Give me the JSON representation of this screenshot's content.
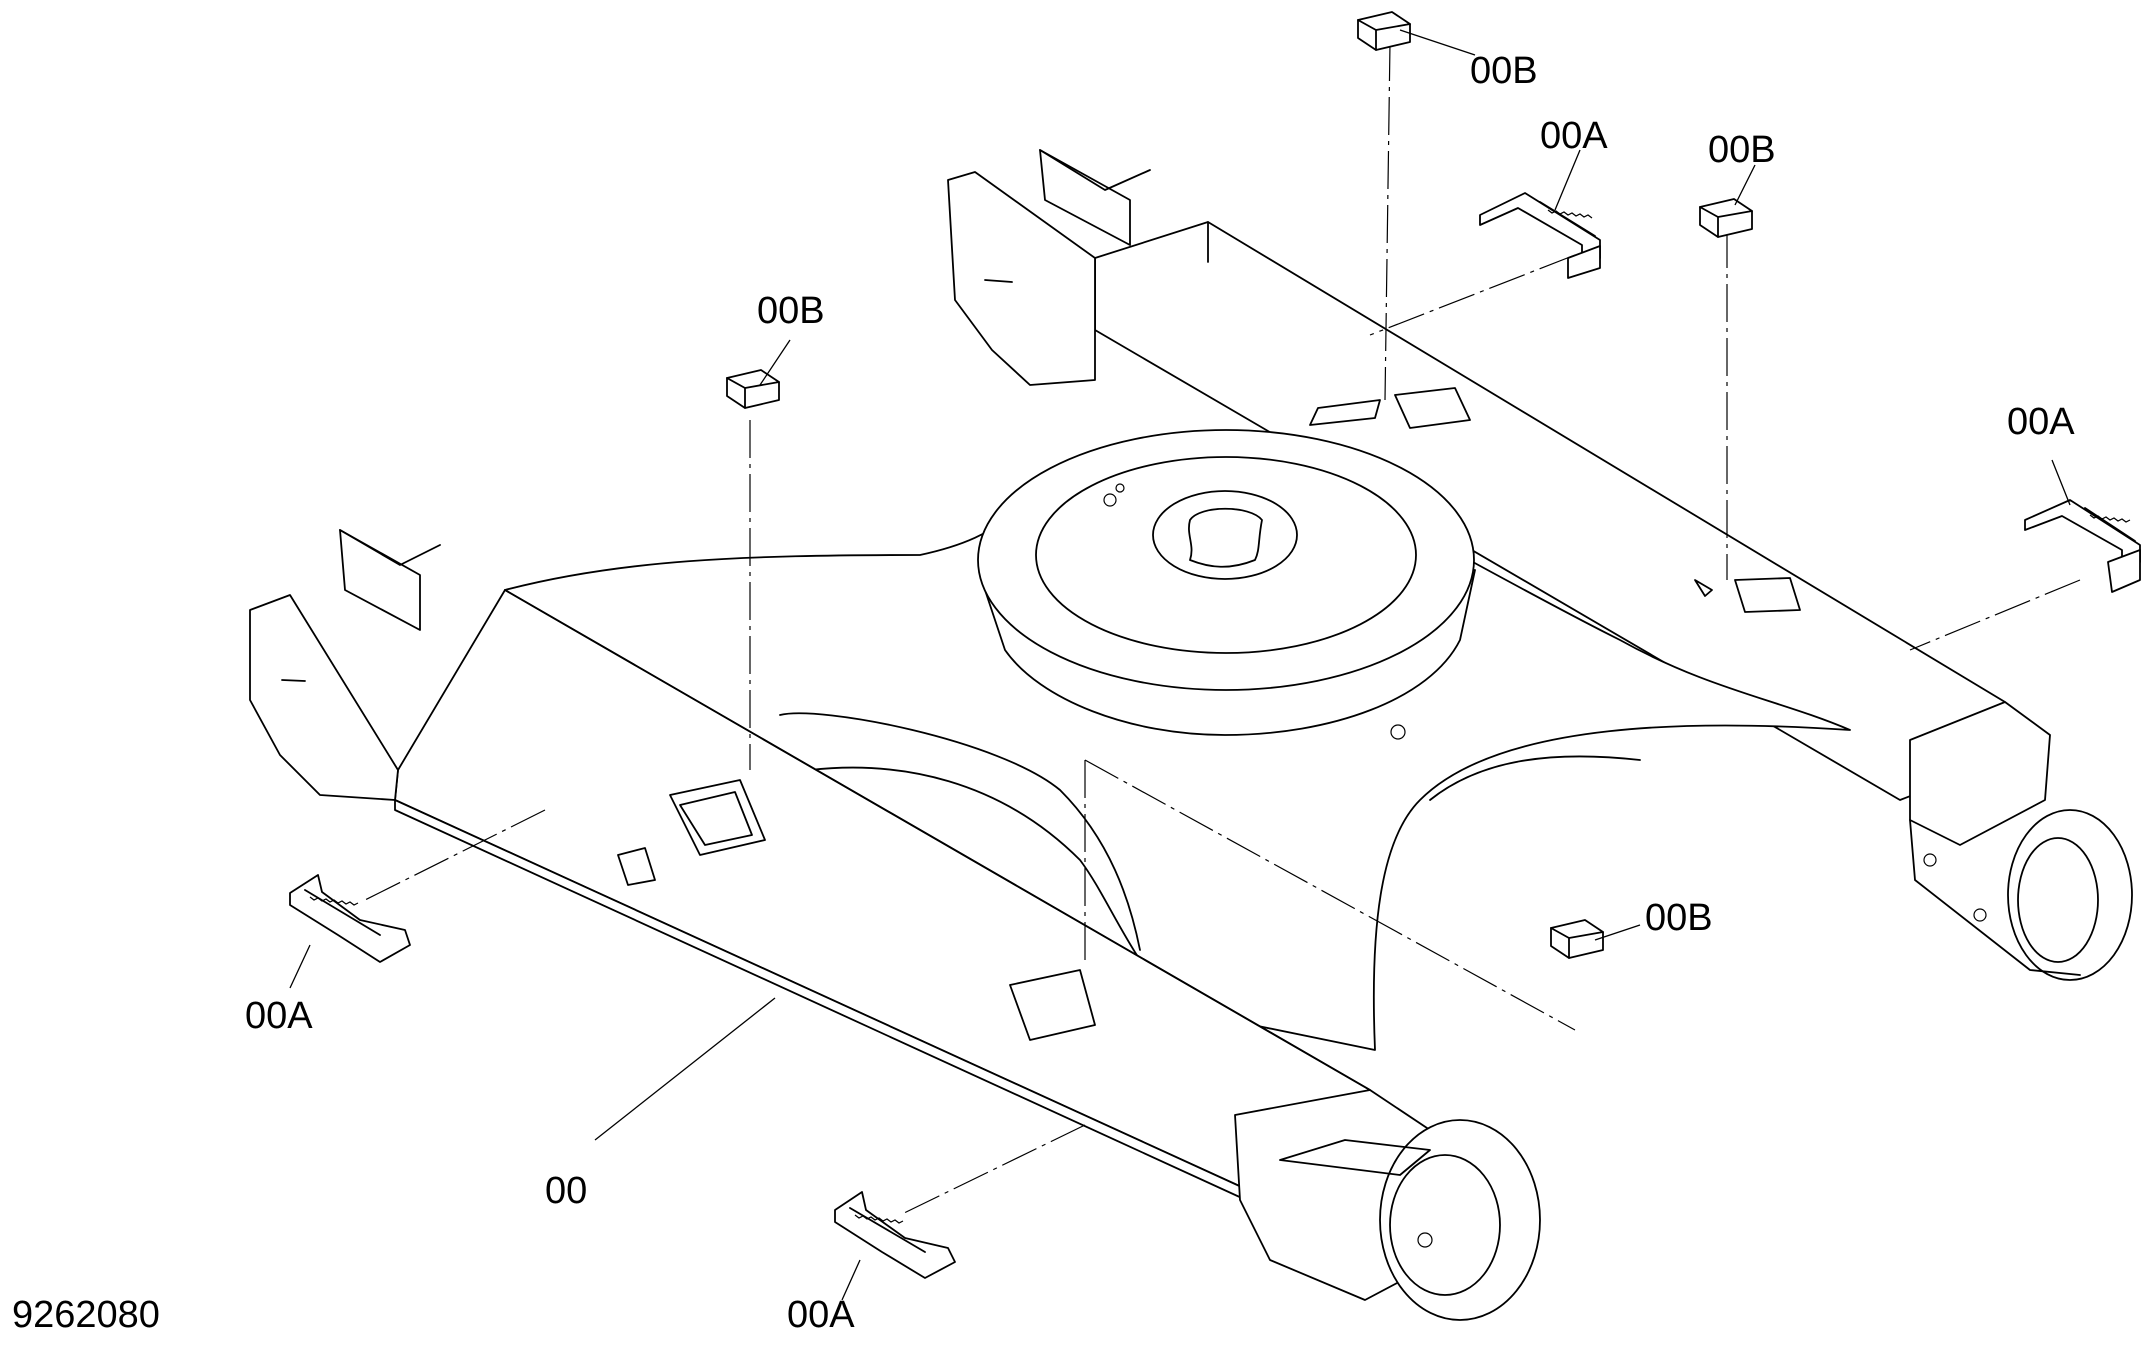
{
  "drawing_id": "9262080",
  "part_main": "00",
  "part_a": "00A",
  "part_b": "00B"
}
